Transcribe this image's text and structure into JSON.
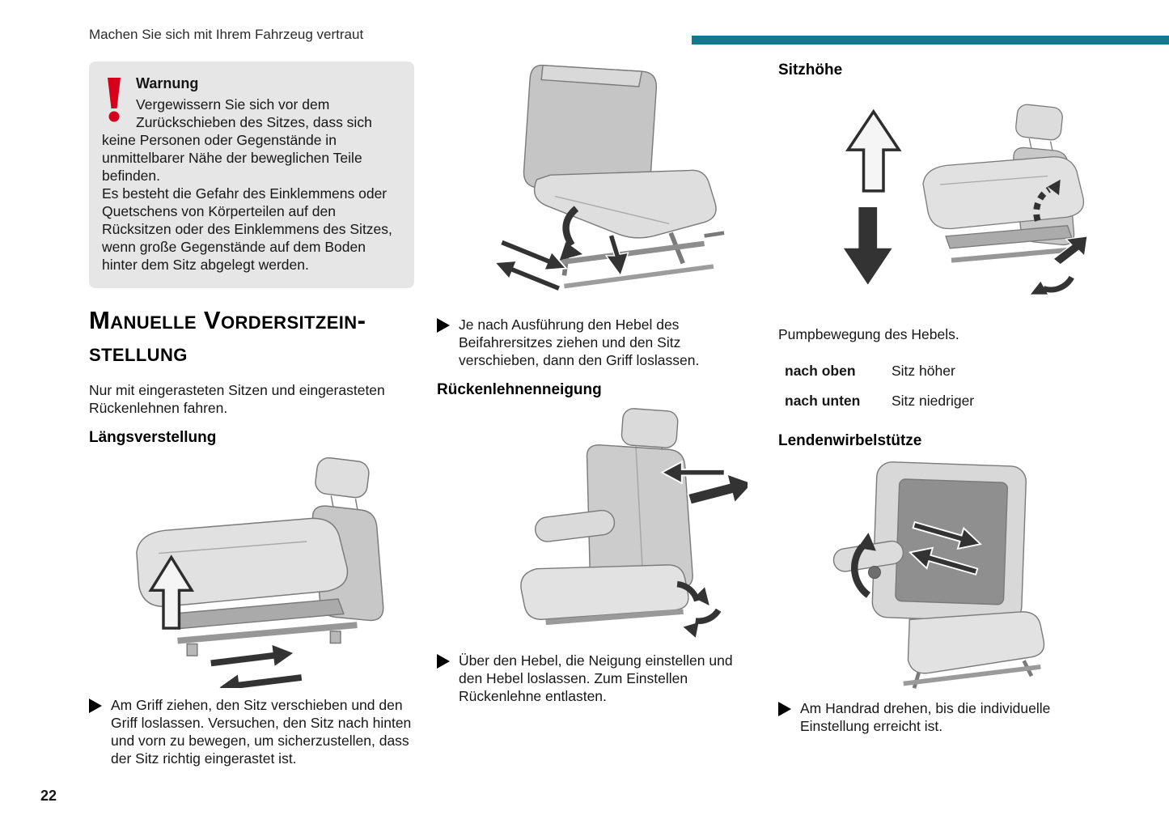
{
  "colors": {
    "accent": "#15798d",
    "warning_red": "#d6001c"
  },
  "page": {
    "running_header": "Machen Sie sich mit Ihrem Fahrzeug vertraut",
    "page_number": "22"
  },
  "warning": {
    "title": "Warnung",
    "paragraph1": "Vergewissern Sie sich vor dem Zurückschieben des Sitzes, dass sich keine Personen oder Gegenstände in unmittelbarer Nähe der beweglichen Teile befinden.",
    "paragraph2": "Es besteht die Gefahr des Einklemmens oder Quetschens von Körperteilen auf den Rücksitzen oder des Einklemmens des Sitzes, wenn große Gegenstände auf dem Boden hinter dem Sitz abgelegt werden."
  },
  "section": {
    "title": "Manuelle Vordersitzein-\nstellung",
    "intro": "Nur mit eingerasteten Sitzen und eingerasteten Rückenlehnen fahren.",
    "laengsverstellung": {
      "heading": "Längsverstellung",
      "instruction": "Am Griff ziehen, den Sitz verschieben und den Griff loslassen. Versuchen, den Sitz nach hinten und vorn zu bewegen, um sicherzustellen, dass der Sitz richtig eingerastet ist."
    },
    "beifahrersitz": {
      "instruction": "Je nach Ausführung den Hebel des Beifahrersitzes ziehen und den Sitz verschieben, dann den Griff loslassen."
    },
    "rueckenlehnenneigung": {
      "heading": "Rückenlehnenneigung",
      "instruction": "Über den Hebel, die Neigung einstellen und den Hebel loslassen. Zum Einstellen Rückenlehne entlasten."
    },
    "sitzhoehe": {
      "heading": "Sitzhöhe",
      "note": "Pumpbewegung des Hebels.",
      "table": {
        "rows": [
          {
            "action": "nach oben",
            "result": "Sitz höher"
          },
          {
            "action": "nach unten",
            "result": "Sitz niedriger"
          }
        ]
      }
    },
    "lendenwirbelstuetze": {
      "heading": "Lendenwirbelstütze",
      "instruction": "Am Handrad drehen, bis die individuelle Einstellung erreicht ist."
    }
  }
}
